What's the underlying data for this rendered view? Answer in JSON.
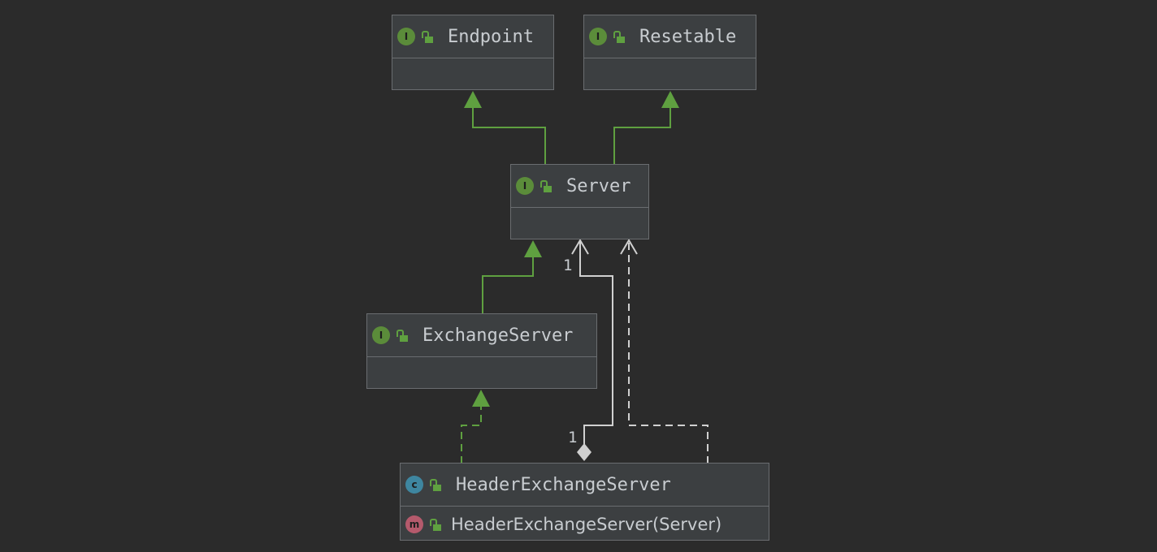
{
  "nodes": {
    "endpoint": {
      "kind": "I",
      "name": "Endpoint"
    },
    "resetable": {
      "kind": "I",
      "name": "Resetable"
    },
    "server": {
      "kind": "I",
      "name": "Server"
    },
    "exchange_server": {
      "kind": "I",
      "name": "ExchangeServer"
    },
    "header_exchange_server": {
      "kind": "c",
      "name": "HeaderExchangeServer",
      "members": [
        {
          "kind": "m",
          "signature": "HeaderExchangeServer(Server)"
        }
      ]
    }
  },
  "edges": [
    {
      "from": "Server",
      "to": "Endpoint",
      "type": "extends"
    },
    {
      "from": "Server",
      "to": "Resetable",
      "type": "extends"
    },
    {
      "from": "ExchangeServer",
      "to": "Server",
      "type": "extends"
    },
    {
      "from": "HeaderExchangeServer",
      "to": "ExchangeServer",
      "type": "implements"
    },
    {
      "from": "HeaderExchangeServer",
      "to": "Server",
      "type": "composition",
      "multiplicity_source": "1",
      "multiplicity_target": "1"
    },
    {
      "from": "HeaderExchangeServer",
      "to": "Server",
      "type": "dependency"
    }
  ],
  "colors": {
    "background": "#2b2b2b",
    "node_fill": "#3c3f41",
    "node_border": "#6a6d70",
    "inheritance": "#5fa040",
    "association": "#d0d0d0",
    "text": "#c8ccd0"
  }
}
